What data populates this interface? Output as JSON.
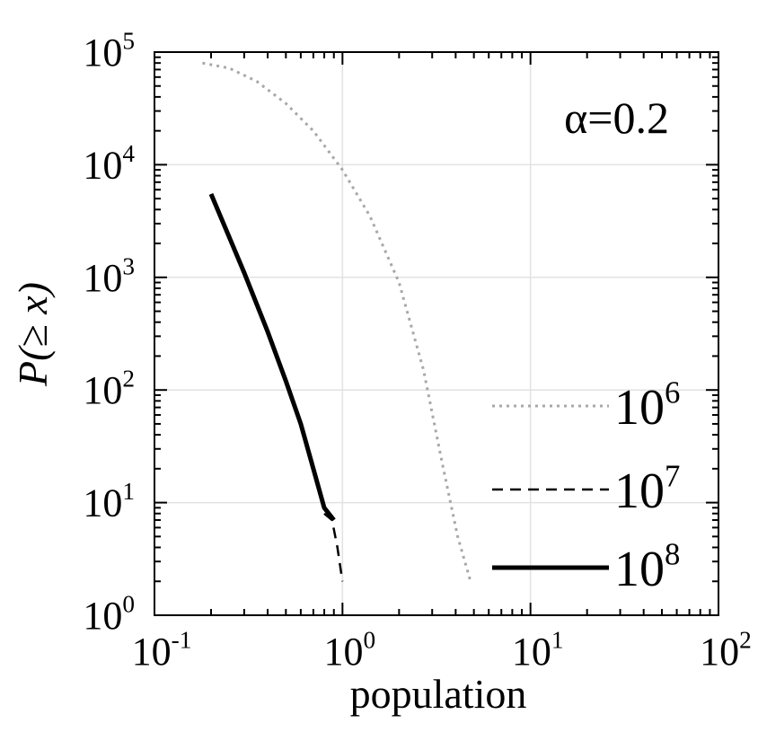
{
  "chart_data": {
    "type": "line",
    "title": "",
    "annotation": "α=0.2",
    "xlabel": "population",
    "ylabel": "P(≥ x)",
    "xscale": "log",
    "yscale": "log",
    "xlim": [
      0.1,
      100
    ],
    "ylim": [
      1,
      100000
    ],
    "grid": true,
    "legend_position": "bottom-right",
    "x_ticks": [
      {
        "value": 0.1,
        "base": "10",
        "exp": "-1"
      },
      {
        "value": 1,
        "base": "10",
        "exp": "0"
      },
      {
        "value": 10,
        "base": "10",
        "exp": "1"
      },
      {
        "value": 100,
        "base": "10",
        "exp": "2"
      }
    ],
    "y_ticks": [
      {
        "value": 1,
        "base": "10",
        "exp": "0"
      },
      {
        "value": 10,
        "base": "10",
        "exp": "1"
      },
      {
        "value": 100,
        "base": "10",
        "exp": "2"
      },
      {
        "value": 1000,
        "base": "10",
        "exp": "3"
      },
      {
        "value": 10000,
        "base": "10",
        "exp": "4"
      },
      {
        "value": 100000,
        "base": "10",
        "exp": "5"
      }
    ],
    "series": [
      {
        "legend_base": "10",
        "legend_exp": "6",
        "style": "dotted",
        "color": "#a8a8a8",
        "x": [
          0.18,
          0.25,
          0.35,
          0.5,
          0.7,
          1.0,
          1.4,
          2.0,
          2.7,
          3.4,
          4.1,
          4.8
        ],
        "y": [
          80000,
          72000,
          55000,
          35000,
          20000,
          9000,
          3500,
          900,
          150,
          22,
          5,
          2
        ]
      },
      {
        "legend_base": "10",
        "legend_exp": "7",
        "style": "dashed",
        "color": "#000000",
        "x": [
          0.8,
          0.88,
          0.94,
          1.0
        ],
        "y": [
          8,
          7,
          4,
          2
        ]
      },
      {
        "legend_base": "10",
        "legend_exp": "8",
        "style": "solid",
        "color": "#000000",
        "x": [
          0.2,
          0.3,
          0.4,
          0.5,
          0.6,
          0.7,
          0.8,
          0.9
        ],
        "y": [
          5500,
          1100,
          330,
          120,
          50,
          20,
          9,
          7
        ]
      }
    ]
  }
}
